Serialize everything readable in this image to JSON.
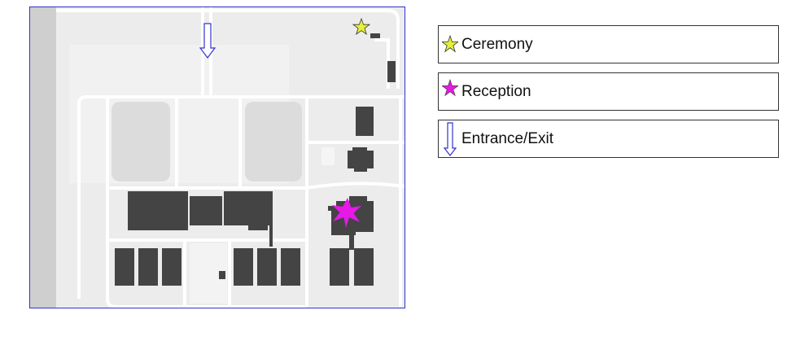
{
  "legend": {
    "items": [
      {
        "label": "Ceremony",
        "icon": "star-icon",
        "color": "#e6ef3a"
      },
      {
        "label": "Reception",
        "icon": "star-icon",
        "color": "#e619e6"
      },
      {
        "label": "Entrance/Exit",
        "icon": "down-arrow-icon",
        "color": "#3333cc"
      }
    ]
  },
  "map": {
    "frame_color": "#3333cc",
    "building_color": "#444444",
    "road_color": "#ffffff",
    "ground_color": "#ececec",
    "ceremony_marker_color": "#e6ef3a",
    "reception_marker_color": "#e619e6",
    "entrance_marker_color": "#3333cc"
  }
}
